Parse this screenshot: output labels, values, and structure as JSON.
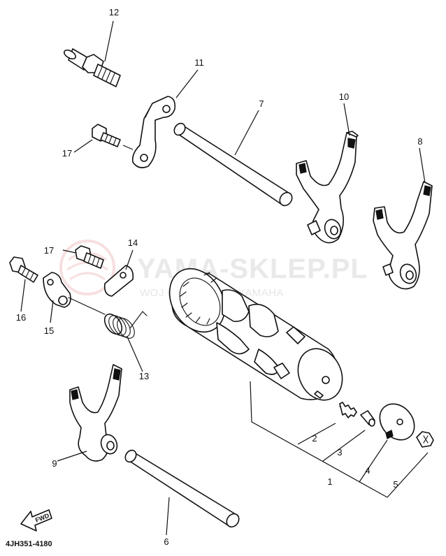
{
  "diagram": {
    "part_labels": {
      "1": "1",
      "2": "2",
      "3": "3",
      "4": "4",
      "5": "5",
      "6": "6",
      "7": "7",
      "8": "8",
      "9": "9",
      "10": "10",
      "11": "11",
      "12": "12",
      "13": "13",
      "14": "14",
      "15": "15",
      "16": "16",
      "17a": "17",
      "17b": "17"
    },
    "watermark": {
      "title": "YAMA-SKLEP.PL",
      "subtitle": "WOJ    EZ | DEALER YAMAHA"
    },
    "fwd_label": "FWD",
    "catalog_code": "4JH351-4180"
  }
}
